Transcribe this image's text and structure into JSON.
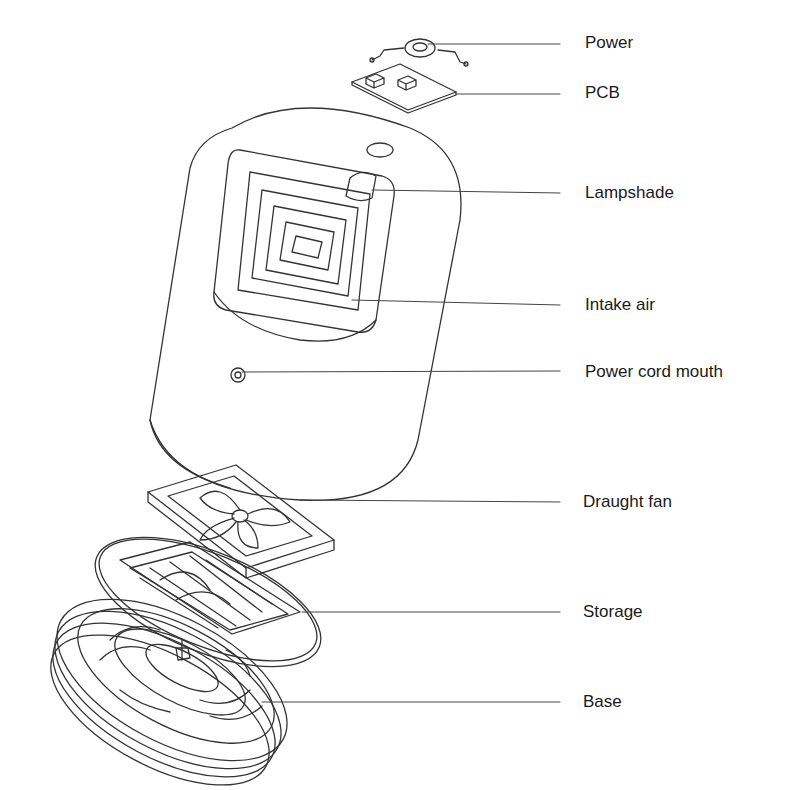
{
  "diagram": {
    "labels": [
      "Power",
      "PCB",
      "Lampshade",
      "Intake air",
      "Power cord mouth",
      "Draught fan",
      "Storage",
      "Base"
    ]
  }
}
